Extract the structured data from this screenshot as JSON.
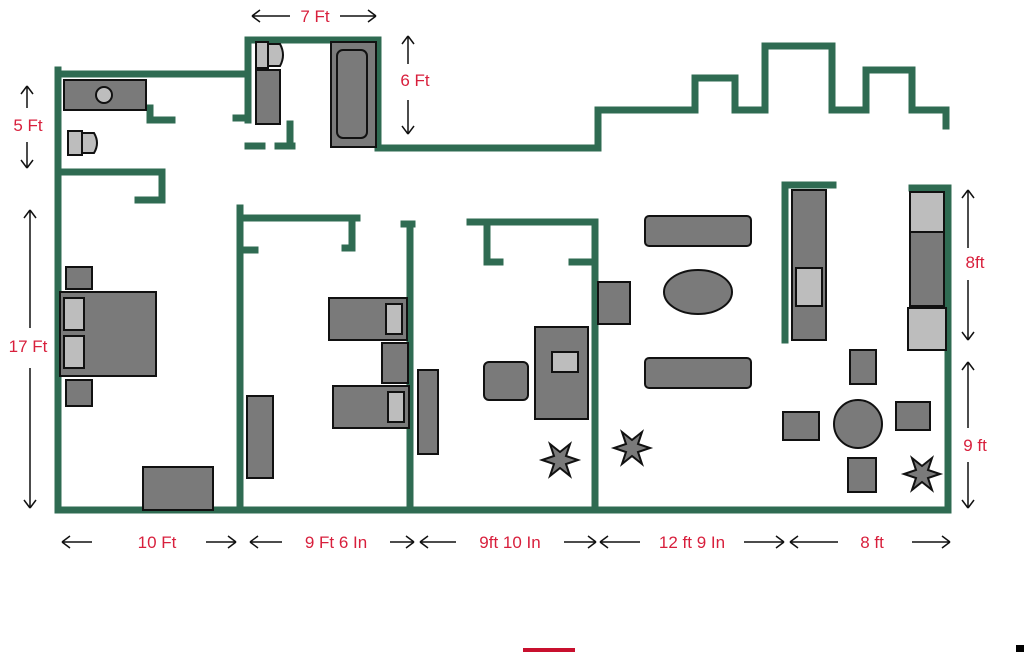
{
  "title": "Apartment floor plan",
  "colors": {
    "wall": "#2f6b52",
    "furniture": "#7a7a7a",
    "dimension_text": "#d81f3c"
  },
  "dimensions": {
    "bath_width": "7 Ft",
    "bath_depth": "6 Ft",
    "half_bath_depth": "5 Ft",
    "bedroom_depth": "17 Ft",
    "kitchen_depth": "8ft",
    "dining_depth": "9 ft",
    "bottom": [
      "10 Ft",
      "9 Ft 6 In",
      "9ft 10 In",
      "12 ft 9 In",
      "8 ft"
    ]
  }
}
